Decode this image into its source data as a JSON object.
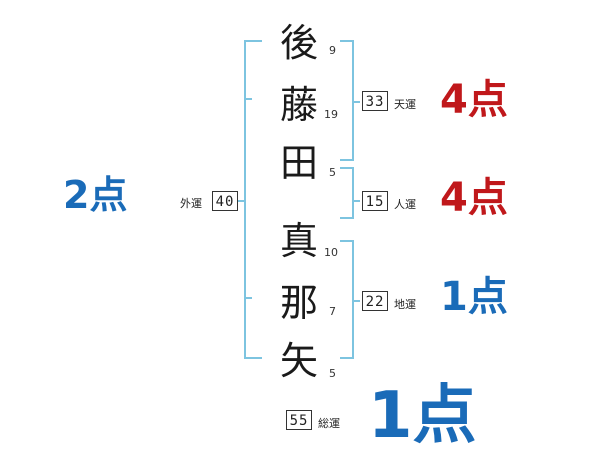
{
  "chars": [
    {
      "char": "後",
      "strokes": "9"
    },
    {
      "char": "藤",
      "strokes": "19"
    },
    {
      "char": "田",
      "strokes": "5"
    },
    {
      "char": "真",
      "strokes": "10"
    },
    {
      "char": "那",
      "strokes": "7"
    },
    {
      "char": "矢",
      "strokes": "5"
    }
  ],
  "fortunes": {
    "ten": {
      "value": "33",
      "label": "天運",
      "score": "4点"
    },
    "jin": {
      "value": "15",
      "label": "人運",
      "score": "4点"
    },
    "chi": {
      "value": "22",
      "label": "地運",
      "score": "1点"
    },
    "gai": {
      "value": "40",
      "label": "外運",
      "score": "2点"
    },
    "sou": {
      "value": "55",
      "label": "総運",
      "score": "1点"
    }
  },
  "colors": {
    "red": "#c0181b",
    "blue": "#1a6bb8",
    "bracket": "#7dc4e0"
  }
}
